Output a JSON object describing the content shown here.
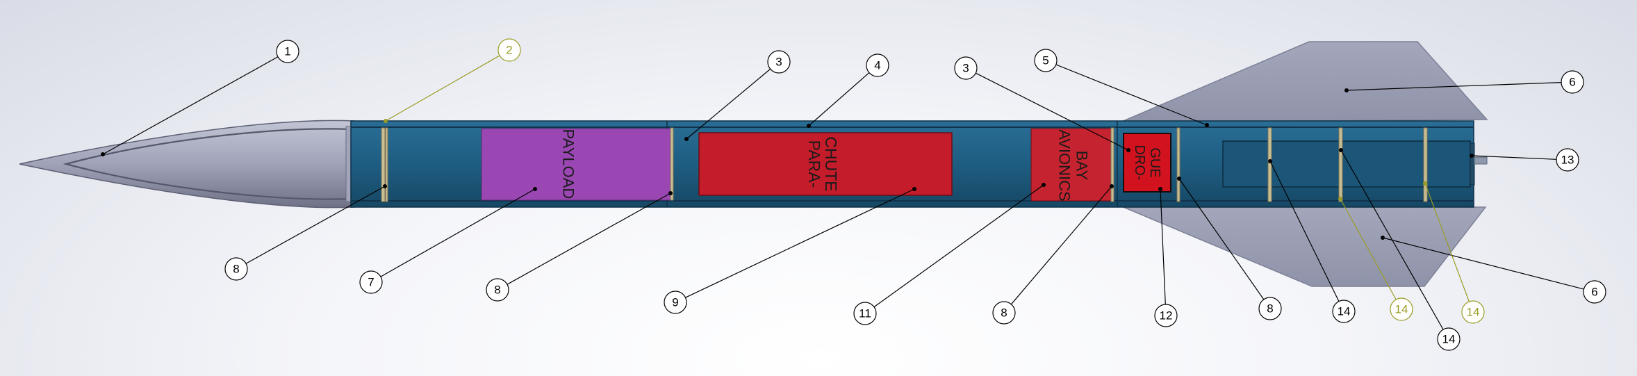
{
  "colors": {
    "tube": "#1d5a7e",
    "tube_edge": "#143f5a",
    "tube_highlight": "#2a7098",
    "nose": "#9a9db4",
    "fin": "#9a9db4",
    "bulkhead": "#c9bd92",
    "payload": "#9b47b3",
    "parachute": "#c41c2b",
    "avionics": "#c5232f",
    "drogue": "#d2131f",
    "callout_black": "#000000",
    "callout_olive": "#9a9c24"
  },
  "sections": {
    "payload": [
      "PAYLOAD"
    ],
    "parachute": [
      "PARA-",
      "CHUTE"
    ],
    "avionics": [
      "AVIONICS",
      "BAY"
    ],
    "drogue": [
      "DRO-",
      "GUE"
    ]
  },
  "callouts": [
    {
      "num": "1",
      "color": "black"
    },
    {
      "num": "2",
      "color": "olive"
    },
    {
      "num": "3",
      "color": "black"
    },
    {
      "num": "4",
      "color": "black"
    },
    {
      "num": "3",
      "color": "black"
    },
    {
      "num": "5",
      "color": "black"
    },
    {
      "num": "6",
      "color": "black"
    },
    {
      "num": "13",
      "color": "black"
    },
    {
      "num": "6",
      "color": "black"
    },
    {
      "num": "8",
      "color": "black"
    },
    {
      "num": "7",
      "color": "black"
    },
    {
      "num": "8",
      "color": "black"
    },
    {
      "num": "9",
      "color": "black"
    },
    {
      "num": "11",
      "color": "black"
    },
    {
      "num": "8",
      "color": "black"
    },
    {
      "num": "12",
      "color": "black"
    },
    {
      "num": "8",
      "color": "black"
    },
    {
      "num": "14",
      "color": "black"
    },
    {
      "num": "14",
      "color": "olive"
    },
    {
      "num": "14",
      "color": "olive"
    },
    {
      "num": "14",
      "color": "black"
    }
  ]
}
